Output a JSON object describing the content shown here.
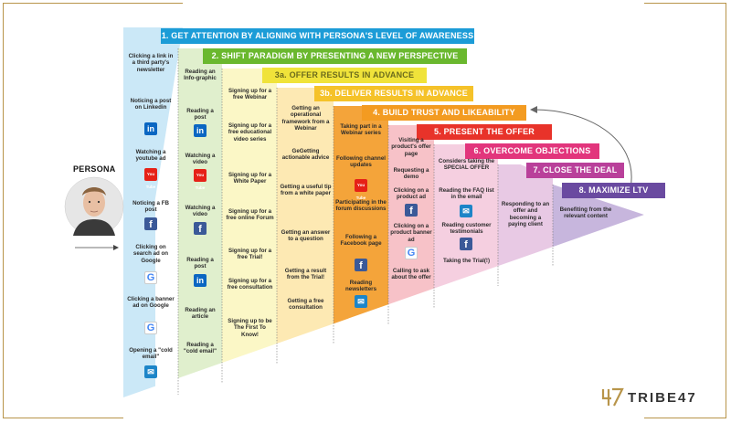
{
  "persona": {
    "label": "PERSONA"
  },
  "brand": {
    "name": "TRIBE47",
    "logo_text": "47"
  },
  "colors": {
    "awareness": "#1c9cd7",
    "shift": "#6ab82e",
    "offer": "#f0e33a",
    "deliver": "#f5c229",
    "trust": "#f39b21",
    "present": "#e8332a",
    "objections": "#e2357c",
    "close": "#b9409a",
    "ltv": "#6a4aa0"
  },
  "stages": {
    "s1": "1. GET ATTENTION BY ALIGNING WITH PERSONA'S LEVEL OF AWARENESS",
    "s2": "2. SHIFT PARADIGM BY PRESENTING A NEW PERSPECTIVE",
    "s3a": "3a. OFFER RESULTS IN ADVANCE",
    "s3b": "3b. DELIVER RESULTS IN ADVANCE",
    "s4": "4. BUILD TRUST AND LIKEABILITY",
    "s5": "5. PRESENT THE OFFER",
    "s6": "6. OVERCOME OBJECTIONS",
    "s7": "7. CLOSE THE DEAL",
    "s8": "8. MAXIMIZE LTV"
  },
  "col1": [
    "Clicking a link in a third party's newsletter",
    "Noticing a post on Linkedin",
    "Watching a youtube ad",
    "Noticing a FB post",
    "Clicking on search ad on Google",
    "Clicking a banner ad on Google",
    "Opening a \"cold email\""
  ],
  "col2": [
    "Reading an Info-graphic",
    "Reading a post",
    "Watching a video",
    "Watching a video",
    "Reading a post",
    "Reading an article",
    "Reading a \"cold email\""
  ],
  "col3": [
    "Signing up for a free Webinar",
    "Signing up for a free educational video series",
    "Signing up for a White Paper",
    "Signing up for a free online Forum",
    "Signing up for a free Trial!",
    "Signing up for a free consultation",
    "Signing up to be The First To Know!"
  ],
  "col4": [
    "Getting an operational framework from a Webinar",
    "GeGetting actionable advice",
    "Getting a useful tip from a white paper",
    "Getting an answer to a question",
    "Getting a result from the Trial!",
    "Getting a free consultation"
  ],
  "col5": [
    "Taking part in a Webinar series",
    "Following channel updates",
    "Participating in the forum discussions",
    "Following a Facebook page",
    "Reading newsletters"
  ],
  "col6": [
    "Visiting a product's offer page",
    "Requesting a demo",
    "Clicking on a product ad",
    "Clicking on a product banner ad",
    "Calling to ask about the offer"
  ],
  "col7": [
    "Considers taking the SPECIAL OFFER",
    "Reading the FAQ list in the email",
    "Reading customer testimonials",
    "Taking the Trial(!)"
  ],
  "col8": [
    "Responding to an offer and becoming a paying client"
  ],
  "col9": [
    "Benefiting from the relevant content"
  ],
  "icons": {
    "linkedin": "in",
    "youtube": "You Tube",
    "facebook": "f",
    "google": "G",
    "mail": "✉"
  }
}
